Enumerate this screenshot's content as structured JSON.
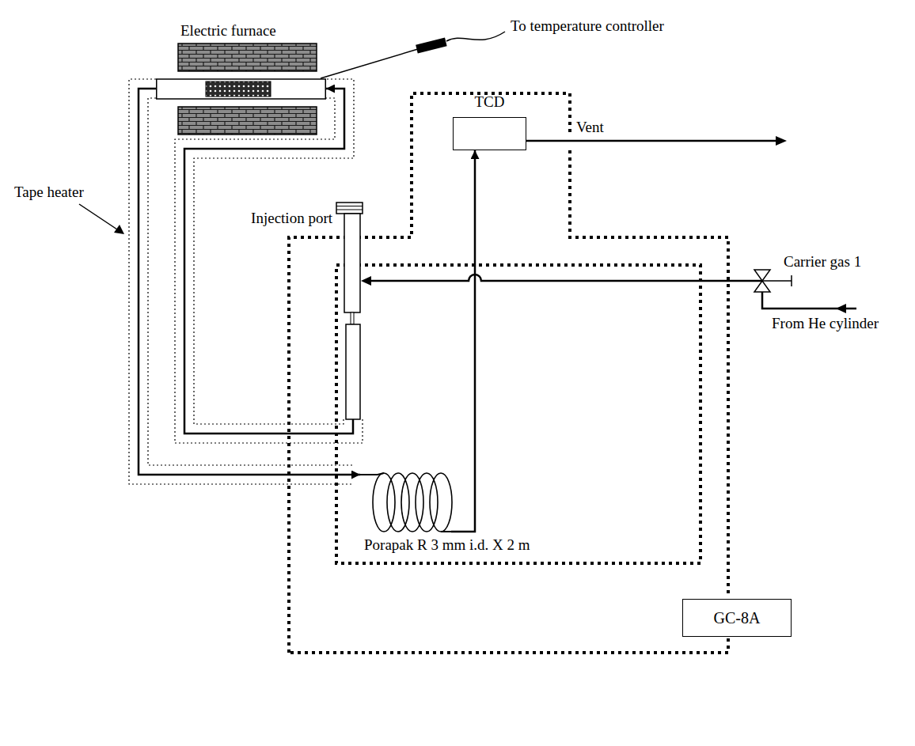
{
  "diagram": {
    "nodes": [
      {
        "text": [
          "Electric furnace"
        ]
      },
      {
        "text": [
          "TCD"
        ]
      },
      {
        "text": [
          "Injection port"
        ]
      },
      {
        "text": [
          "Porapak R 3 mm i.d. X 2 m"
        ]
      },
      {
        "text": [
          "GC-8A"
        ]
      }
    ],
    "edges": [
      {
        "from": 2,
        "to": 0,
        "arrow": "to"
      },
      {
        "from": 0,
        "to": 3,
        "arrow": "to"
      },
      {
        "from": 3,
        "to": 1,
        "arrow": "to"
      }
    ],
    "labels": [
      "To temperature controller",
      "Vent",
      "Tape heater",
      "Carrier gas 1",
      "From He cylinder"
    ]
  }
}
